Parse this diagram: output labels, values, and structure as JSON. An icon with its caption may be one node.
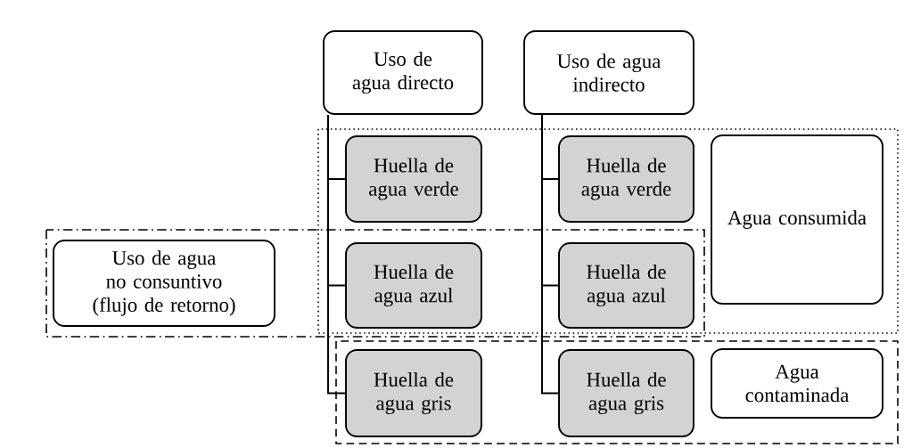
{
  "diagram": {
    "nodes": [
      {
        "text": [
          "Uso de agua directo"
        ]
      },
      {
        "text": [
          "Uso de agua indirecto"
        ]
      },
      {
        "text": [
          "Huella de agua verde"
        ]
      },
      {
        "text": [
          "Huella de agua verde"
        ]
      },
      {
        "text": [
          "Agua consumida"
        ]
      },
      {
        "text": [
          "Uso de agua no consuntivo (flujo de retorno)"
        ]
      },
      {
        "text": [
          "Huella de agua azul"
        ]
      },
      {
        "text": [
          "Huella de agua azul"
        ]
      },
      {
        "text": [
          "Huella de agua gris"
        ]
      },
      {
        "text": [
          "Huella de agua gris"
        ]
      },
      {
        "text": [
          "Agua contaminada"
        ]
      }
    ],
    "edges": [
      {
        "from": 0,
        "to": 2,
        "arrow": "none"
      },
      {
        "from": 0,
        "to": 6,
        "arrow": "none"
      },
      {
        "from": 0,
        "to": 8,
        "arrow": "none"
      },
      {
        "from": 1,
        "to": 3,
        "arrow": "none"
      },
      {
        "from": 1,
        "to": 7,
        "arrow": "none"
      },
      {
        "from": 1,
        "to": 9,
        "arrow": "none"
      }
    ]
  }
}
